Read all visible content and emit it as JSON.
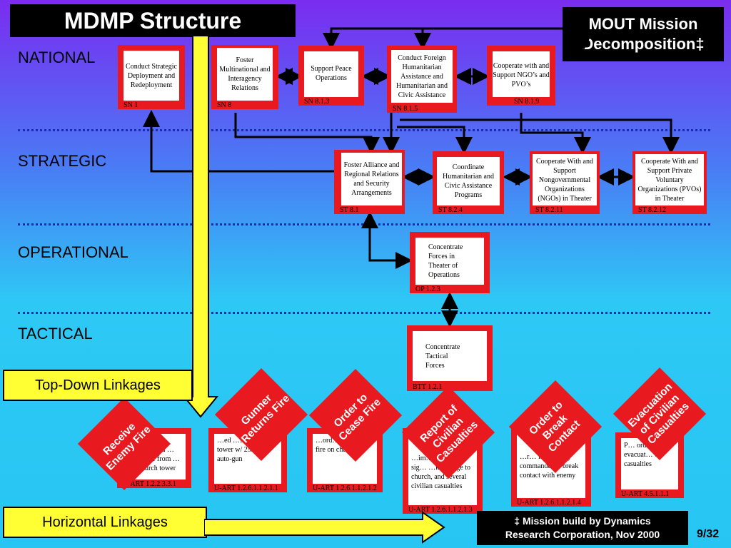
{
  "title": "MDMP Structure",
  "mission": {
    "line1": "MOUT Mission",
    "line2": "Decomposition‡"
  },
  "levels": [
    "NATIONAL",
    "STRATEGIC",
    "OPERATIONAL",
    "TACTICAL"
  ],
  "national": [
    {
      "text": "Conduct Strategic Deployment and Redeployment",
      "code": "SN 1"
    },
    {
      "text": "Foster Multinational and Interagency Relations",
      "code": "SN 8"
    },
    {
      "text": "Support Peace Operations",
      "code": "SN 8.1.3"
    },
    {
      "text": "Conduct Foreign Humanitarian Assistance and Humanitarian and Civic Assistance",
      "code": "SN 8.1.5"
    },
    {
      "text": "Cooperate with and Support NGO’s and PVO’s",
      "code": "SN 8.1.9"
    }
  ],
  "strategic": [
    {
      "text": "Foster Alliance and Regional Relations and Security Arrangements",
      "code": "ST 8.1"
    },
    {
      "text": "Coordinate Humanitarian and Civic Assistance Programs",
      "code": "ST 8.2.4"
    },
    {
      "text": "Cooperate With and Support Nongovernmental Organizations (NGOs) in Theater",
      "code": "ST 8.2.11"
    },
    {
      "text": "Cooperate With and Support Private Voluntary Organizations (PVOs) in Theater",
      "code": "ST 8.2.12"
    }
  ],
  "operational": {
    "text": "Concentrate Forces in Theater of Operations",
    "code": "OP 1.2.3"
  },
  "tactical": {
    "text": "Concentrate Tactical Forces",
    "code": "BTT 1.2.1"
  },
  "bottom_boxes": [
    {
      "text": "…m … disabled …hicle from …hurch tower",
      "code": "U-ART 1.2.2.3.3.1"
    },
    {
      "text": "…ed …s fire on …tower w/ 25mm auto-gun",
      "code": "U-ART 1.2.6.1.1.2.1.1"
    },
    {
      "text": "…ord…ner to cease fire on church",
      "code": "U-ART 1.2.6.1.1.2.1.2"
    },
    {
      "text": "…im… …nder of sig… …k damage to church, and several civilian casualties",
      "code": "U-ART 1.2.6.1.1.2.1.3"
    },
    {
      "text": "…r… from …any commander to break contact with enemy",
      "code": "U-ART 1.2.6.1.1.2.1.4"
    },
    {
      "text": "P… order… evacuat… of casualties",
      "code": "U-ART 4.5.1.1.1"
    }
  ],
  "diamonds": [
    {
      "l1": "Receive",
      "l2": "Enemy Fire"
    },
    {
      "l1": "Gunner",
      "l2": "Returns Fire"
    },
    {
      "l1": "Order to",
      "l2": "Cease Fire"
    },
    {
      "l1": "Report of",
      "l2": "Civilian",
      "l3": "Casualties"
    },
    {
      "l1": "Order to",
      "l2": "Break",
      "l3": "Contact"
    },
    {
      "l1": "Evacuation",
      "l2": "of Civilian",
      "l3": "Casualties"
    }
  ],
  "top_down": "Top-Down Linkages",
  "horizontal": "Horizontal Linkages",
  "footer": {
    "line1": "‡ Mission build by Dynamics",
    "line2": "Research Corporation, Nov 2000"
  },
  "page_number": "9/32"
}
